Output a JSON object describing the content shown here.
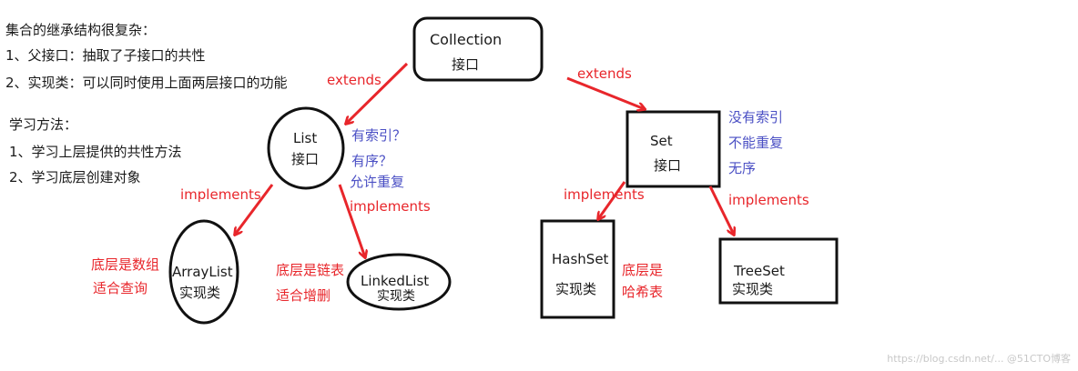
{
  "notes": {
    "title": "集合的继承结构很复杂：",
    "line1": "1、父接口：抽取了子接口的共性",
    "line2": "2、实现类：可以同时使用上面两层接口的功能",
    "method_title": "学习方法：",
    "method1": "1、学习上层提供的共性方法",
    "method2": "2、学习底层创建对象"
  },
  "nodes": {
    "collection": {
      "name": "Collection",
      "kind": "接口"
    },
    "list": {
      "name": "List",
      "kind": "接口"
    },
    "set": {
      "name": "Set",
      "kind": "接口"
    },
    "arraylist": {
      "name": "ArrayList",
      "kind": "实现类"
    },
    "linkedlist": {
      "name": "LinkedList",
      "kind": "实现类"
    },
    "hashset": {
      "name": "HashSet",
      "kind": "实现类"
    },
    "treeset": {
      "name": "TreeSet",
      "kind": "实现类"
    }
  },
  "edges": {
    "extends_left": "extends",
    "extends_right": "extends",
    "impl_arraylist": "implements",
    "impl_linkedlist": "implements",
    "impl_hashset": "implements",
    "impl_treeset": "implements"
  },
  "annotations": {
    "list_q1": "有索引？",
    "list_q2": "有序？",
    "list_q3": "允许重复",
    "set_a1": "没有索引",
    "set_a2": "不能重复",
    "set_a3": "无序",
    "arraylist_a1": "底层是数组",
    "arraylist_a2": "适合查询",
    "linkedlist_a1": "底层是链表",
    "linkedlist_a2": "适合增删",
    "hashset_a1": "底层是",
    "hashset_a2": "哈希表"
  },
  "watermark": "https://blog.csdn.net/...  @51CTO博客",
  "colors": {
    "edge": "#e8262b",
    "annotation_blue": "#4a4fc4",
    "annotation_red": "#e8262b",
    "text": "#1a1a1a"
  }
}
